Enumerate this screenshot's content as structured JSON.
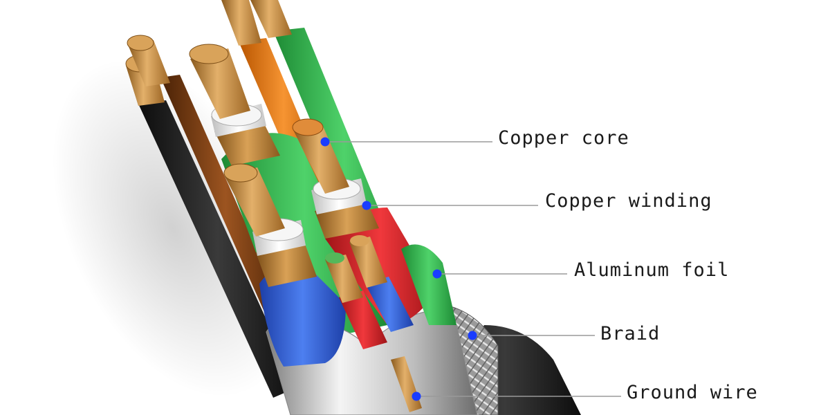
{
  "callouts": [
    {
      "id": "copper-core",
      "label": "Copper core"
    },
    {
      "id": "copper-winding",
      "label": "Copper winding"
    },
    {
      "id": "aluminum-foil",
      "label": "Aluminum foil"
    },
    {
      "id": "braid",
      "label": "Braid"
    },
    {
      "id": "ground-wire",
      "label": "Ground wire"
    }
  ],
  "colors": {
    "background": "#ffffff",
    "marker": "#1a3cff",
    "leader": "#9a9a9a",
    "label": "#1a1a1a",
    "copper": "#c8893c",
    "jacket_black": "#1c1c1c",
    "sheath_silver": "#d4d4d4",
    "wire_green": "#2cb64a",
    "wire_blue": "#2f5fd0",
    "wire_red": "#d8262a",
    "wire_orange": "#ea7a12",
    "wire_brown": "#7a3d12",
    "insulation_white": "#f2f2f2"
  }
}
